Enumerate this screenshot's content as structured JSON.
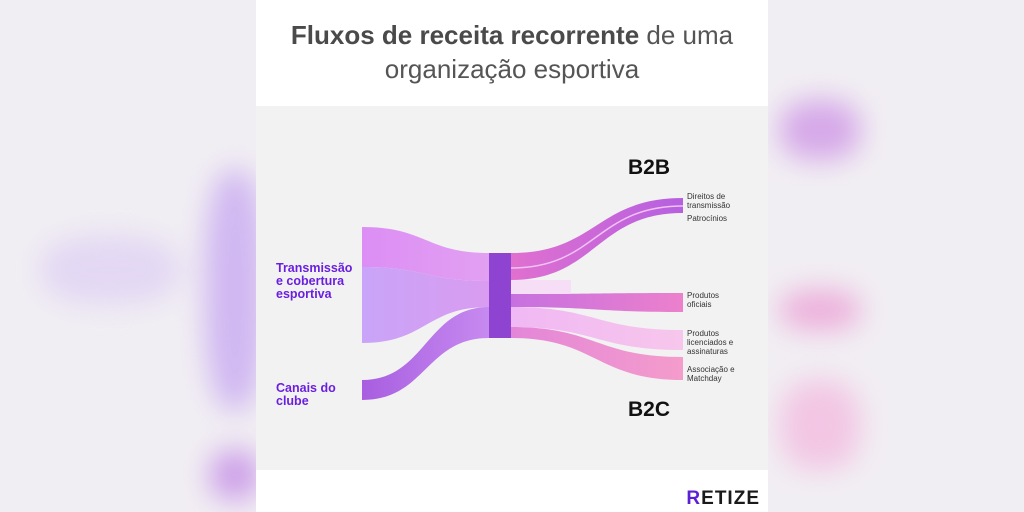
{
  "title": {
    "bold": "Fluxos de receita recorrente",
    "rest_line1": " de uma",
    "line2": "organização esportiva"
  },
  "sources": [
    {
      "label": "Transmissão\ne cobertura\nesportiva"
    },
    {
      "label": "Canais do\nclube"
    }
  ],
  "groups": {
    "top": "B2B",
    "bottom": "B2C"
  },
  "targets": [
    {
      "label": "Direitos de\ntransmissão"
    },
    {
      "label": "Patrocínios"
    },
    {
      "label": "Produtos\noficiais"
    },
    {
      "label": "Produtos\nlicenciados e\nassinaturas"
    },
    {
      "label": "Associação e\nMatchday"
    }
  ],
  "logo": {
    "first": "R",
    "rest": "ETIZE"
  },
  "colors": {
    "source_label": "#6a1fe0",
    "middle_node": "#8e44d0",
    "accent": "#c86ee0"
  }
}
